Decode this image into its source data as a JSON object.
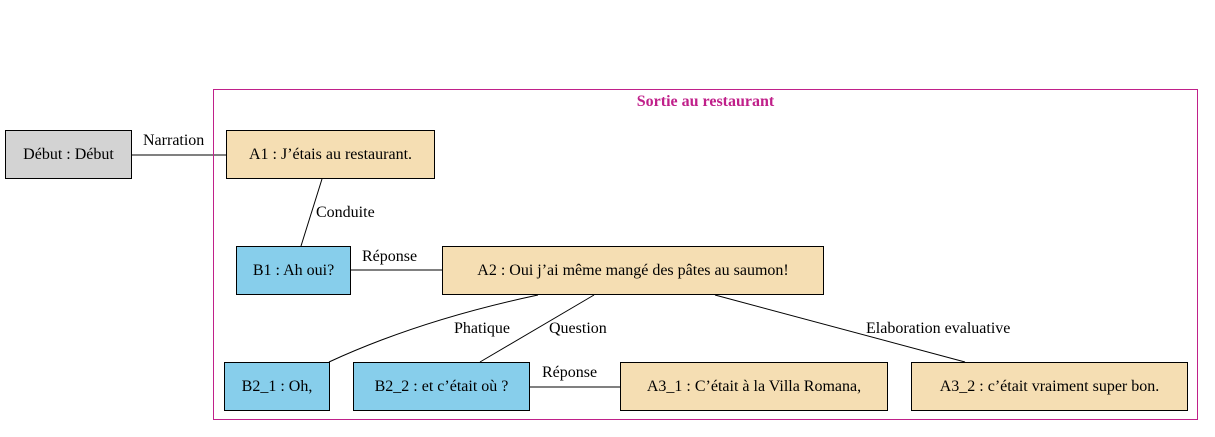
{
  "cluster": {
    "title": "Sortie au restaurant"
  },
  "nodes": {
    "debut": "Début : Début",
    "a1": "A1 : J’étais au restaurant.",
    "b1": "B1 : Ah oui?",
    "a2": "A2 : Oui j’ai même mangé des pâtes au saumon!",
    "b2_1": "B2_1 : Oh,",
    "b2_2": "B2_2 : et c’était où ?",
    "a3_1": "A3_1 : C’était à la Villa Romana,",
    "a3_2": "A3_2 : c’était vraiment super bon."
  },
  "edges": {
    "narration": "Narration",
    "conduite": "Conduite",
    "reponse1": "Réponse",
    "phatique": "Phatique",
    "question": "Question",
    "elaboration": "Elaboration evaluative",
    "reponse2": "Réponse"
  },
  "colors": {
    "cluster_border": "#c0208a",
    "start_node": "#d3d3d3",
    "speaker_a_node": "#f5deb3",
    "speaker_b_node": "#87ceeb"
  }
}
